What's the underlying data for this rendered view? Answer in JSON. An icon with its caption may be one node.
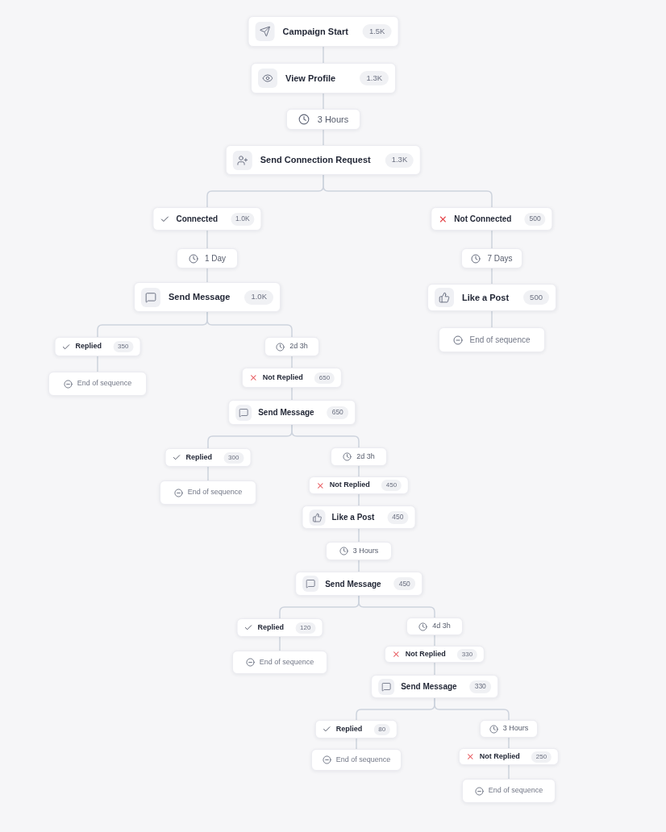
{
  "diagram": {
    "nodes": [
      {
        "text": [
          "Campaign Start",
          "1.5K"
        ]
      },
      {
        "text": [
          "View Profile",
          "1.3K"
        ]
      },
      {
        "text": [
          "3 Hours"
        ]
      },
      {
        "text": [
          "Send Connection Request",
          "1.3K"
        ]
      },
      {
        "text": [
          "Connected",
          "1.0K"
        ]
      },
      {
        "text": [
          "Not Connected",
          "500"
        ]
      },
      {
        "text": [
          "1 Day"
        ]
      },
      {
        "text": [
          "Send Message",
          "1.0K"
        ]
      },
      {
        "text": [
          "7 Days"
        ]
      },
      {
        "text": [
          "Like a Post",
          "500"
        ]
      },
      {
        "text": [
          "End of sequence"
        ]
      },
      {
        "text": [
          "Replied",
          "350"
        ]
      },
      {
        "text": [
          "2d 3h"
        ]
      },
      {
        "text": [
          "End of sequence"
        ]
      },
      {
        "text": [
          "Not Replied",
          "650"
        ]
      },
      {
        "text": [
          "Send Message",
          "650"
        ]
      },
      {
        "text": [
          "Replied",
          "300"
        ]
      },
      {
        "text": [
          "2d 3h"
        ]
      },
      {
        "text": [
          "End of sequence"
        ]
      },
      {
        "text": [
          "Not Replied",
          "450"
        ]
      },
      {
        "text": [
          "Like a Post",
          "450"
        ]
      },
      {
        "text": [
          "3 Hours"
        ]
      },
      {
        "text": [
          "Send Message",
          "450"
        ]
      },
      {
        "text": [
          "Replied",
          "120"
        ]
      },
      {
        "text": [
          "4d 3h"
        ]
      },
      {
        "text": [
          "End of sequence"
        ]
      },
      {
        "text": [
          "Not Replied",
          "330"
        ]
      },
      {
        "text": [
          "Send Message",
          "330"
        ]
      },
      {
        "text": [
          "Replied",
          "80"
        ]
      },
      {
        "text": [
          "3 Hours"
        ]
      },
      {
        "text": [
          "End of sequence"
        ]
      },
      {
        "text": [
          "Not Replied",
          "250"
        ]
      },
      {
        "text": [
          "End of sequence"
        ]
      }
    ],
    "edges": [
      {
        "from": 0,
        "to": 1,
        "arrow": "none"
      },
      {
        "from": 1,
        "to": 2,
        "arrow": "none"
      },
      {
        "from": 2,
        "to": 3,
        "arrow": "none"
      },
      {
        "from": 3,
        "to": 4,
        "arrow": "none"
      },
      {
        "from": 3,
        "to": 5,
        "arrow": "none"
      },
      {
        "from": 4,
        "to": 6,
        "arrow": "none"
      },
      {
        "from": 6,
        "to": 7,
        "arrow": "none"
      },
      {
        "from": 5,
        "to": 8,
        "arrow": "none"
      },
      {
        "from": 8,
        "to": 9,
        "arrow": "none"
      },
      {
        "from": 9,
        "to": 10,
        "arrow": "none"
      },
      {
        "from": 7,
        "to": 11,
        "arrow": "none"
      },
      {
        "from": 7,
        "to": 12,
        "arrow": "none"
      },
      {
        "from": 11,
        "to": 13,
        "arrow": "none"
      },
      {
        "from": 12,
        "to": 14,
        "arrow": "none"
      },
      {
        "from": 14,
        "to": 15,
        "arrow": "none"
      },
      {
        "from": 15,
        "to": 16,
        "arrow": "none"
      },
      {
        "from": 15,
        "to": 17,
        "arrow": "none"
      },
      {
        "from": 16,
        "to": 18,
        "arrow": "none"
      },
      {
        "from": 17,
        "to": 19,
        "arrow": "none"
      },
      {
        "from": 19,
        "to": 20,
        "arrow": "none"
      },
      {
        "from": 20,
        "to": 21,
        "arrow": "none"
      },
      {
        "from": 21,
        "to": 22,
        "arrow": "none"
      },
      {
        "from": 22,
        "to": 23,
        "arrow": "none"
      },
      {
        "from": 22,
        "to": 24,
        "arrow": "none"
      },
      {
        "from": 23,
        "to": 25,
        "arrow": "none"
      },
      {
        "from": 24,
        "to": 26,
        "arrow": "none"
      },
      {
        "from": 26,
        "to": 27,
        "arrow": "none"
      },
      {
        "from": 27,
        "to": 28,
        "arrow": "none"
      },
      {
        "from": 27,
        "to": 29,
        "arrow": "none"
      },
      {
        "from": 28,
        "to": 30,
        "arrow": "none"
      },
      {
        "from": 29,
        "to": 31,
        "arrow": "none"
      },
      {
        "from": 31,
        "to": 32,
        "arrow": "none"
      }
    ]
  }
}
